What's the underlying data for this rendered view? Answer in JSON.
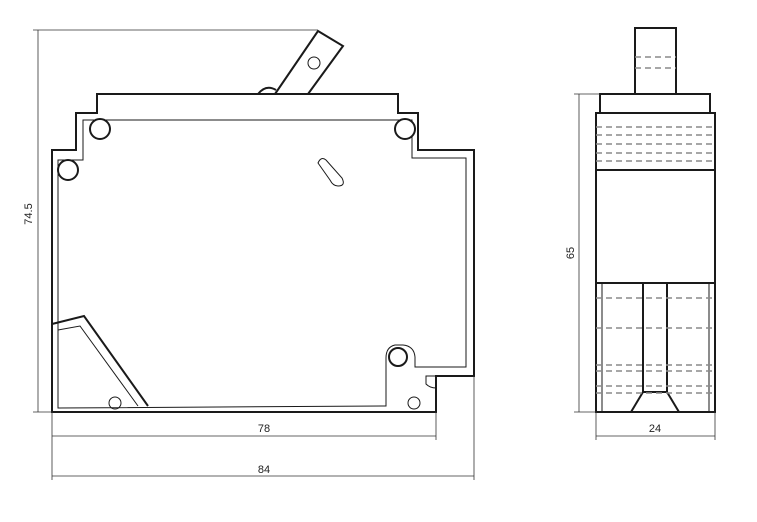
{
  "diagram": {
    "front_view": {
      "dim_height": "74.5",
      "dim_inner_width": "78",
      "dim_total_width": "84"
    },
    "side_view": {
      "dim_height": "65",
      "dim_width": "24"
    }
  }
}
